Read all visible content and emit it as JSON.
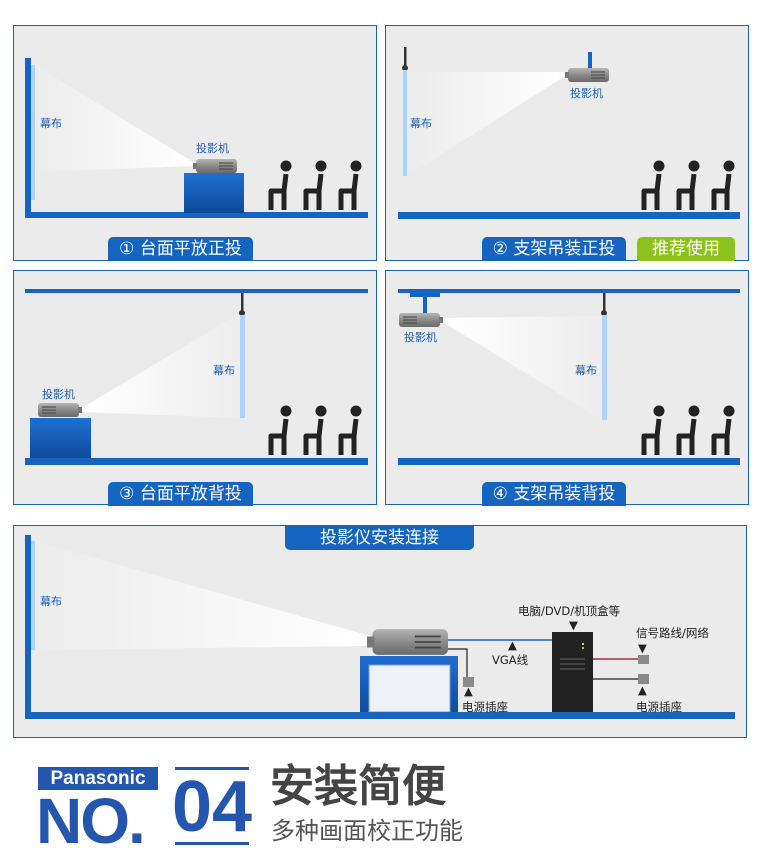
{
  "panels": [
    {
      "caption": "① 台面平放正投",
      "projector_label": "投影机",
      "screen_label": "幕布"
    },
    {
      "caption": "② 支架吊装正投",
      "badge": "推荐使用",
      "projector_label": "投影机",
      "screen_label": "幕布"
    },
    {
      "caption": "③ 台面平放背投",
      "projector_label": "投影机",
      "screen_label": "幕布"
    },
    {
      "caption": "④ 支架吊装背投",
      "projector_label": "投影机",
      "screen_label": "幕布"
    }
  ],
  "connection": {
    "title": "投影仪安装连接",
    "screen_label": "幕布",
    "device_label": "电脑/DVD/机顶盒等",
    "signal_label": "信号路线/网络",
    "vga_label": "VGA线",
    "power_left_label": "电源插座",
    "power_right_label": "电源插座"
  },
  "footer": {
    "brand": "Panasonic",
    "prefix": "NO.",
    "number": "04",
    "title": "安装简便",
    "subtitle": "多种画面校正功能"
  },
  "colors": {
    "blue": "#1565c0",
    "green": "#8cc21c",
    "panel_bg": "#ebebeb",
    "screen": "#a8d4ff",
    "brand_blue": "#2456b0"
  }
}
